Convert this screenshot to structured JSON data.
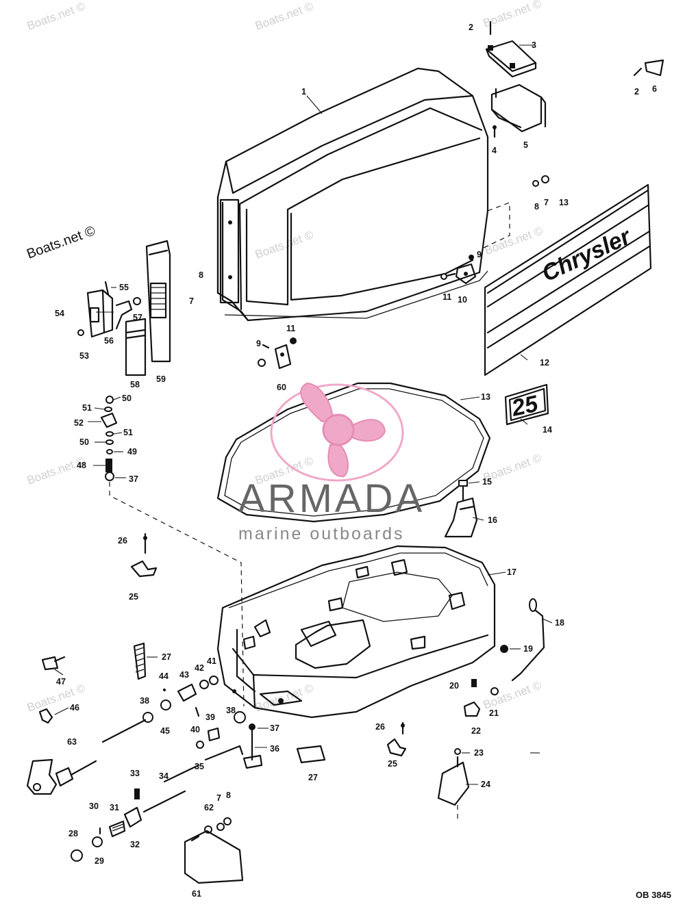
{
  "watermarks": [
    "Boats.net ©",
    "Boats.net ©",
    "Boats.net ©",
    "Boats.net ©",
    "Boats.net ©",
    "Boats.net ©",
    "Boats.net ©",
    "Boats.net ©",
    "Boats.net ©",
    "Boats.net ©",
    "Boats.net ©",
    "Boats.net ©"
  ],
  "brand": {
    "title": "ARMADA",
    "subtitle": "marine outboards",
    "colors": {
      "pink": "#f0a8c8",
      "pink_dark": "#e58db5",
      "gray": "#666666"
    }
  },
  "decal": {
    "text": "Chrysler"
  },
  "badge": {
    "text": "25"
  },
  "reference": "OB 3845",
  "callouts": [
    "1",
    "2",
    "3",
    "2",
    "6",
    "4",
    "5",
    "7",
    "8",
    "13",
    "8",
    "7",
    "9",
    "11",
    "10",
    "12",
    "55",
    "54",
    "57",
    "56",
    "53",
    "58",
    "59",
    "11",
    "9",
    "9",
    "60",
    "50",
    "51",
    "52",
    "51",
    "50",
    "49",
    "48",
    "37",
    "13",
    "14",
    "15",
    "16",
    "17",
    "26",
    "25",
    "18",
    "19",
    "27",
    "47",
    "42",
    "41",
    "43",
    "44",
    "38",
    "45",
    "46",
    "39",
    "40",
    "38",
    "37",
    "36",
    "35",
    "20",
    "21",
    "22",
    "26",
    "25",
    "23",
    "24",
    "27",
    "63",
    "33",
    "34",
    "30",
    "31",
    "28",
    "29",
    "32",
    "7",
    "8",
    "62",
    "61"
  ]
}
